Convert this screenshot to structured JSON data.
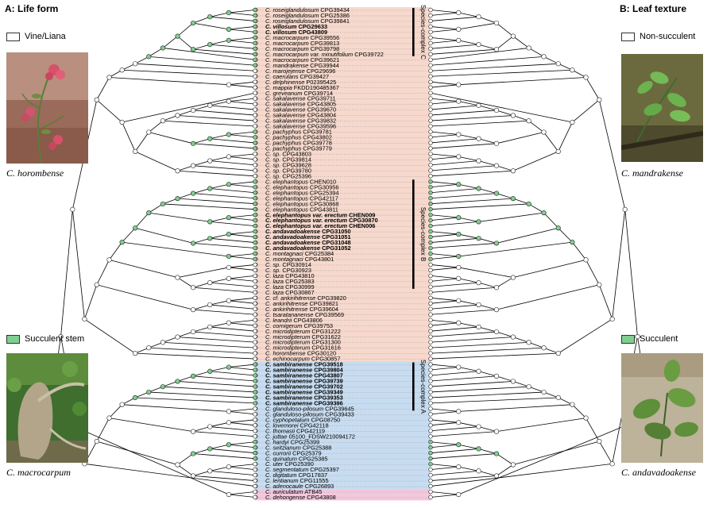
{
  "colors": {
    "band_malagasy": "#f6d8cc",
    "band_sambiranense": "#c7dcf0",
    "band_outgroup": "#f3c7dc",
    "succulent": "#7fcf8f",
    "nonsucculent": "#ffffff",
    "line": "#000000"
  },
  "panels": {
    "left": {
      "title": "A: Life form",
      "legend_top": "Vine/Liana",
      "legend_bottom": "Succulent stem",
      "caption_top": "C. horombense",
      "caption_bottom": "C. macrocarpum"
    },
    "right": {
      "title": "B: Leaf texture",
      "legend_top": "Non-succulent",
      "legend_bottom": "Succulent",
      "caption_top": "C. mandrakense",
      "caption_bottom": "C. andavadoakense"
    }
  },
  "complexes": [
    {
      "label": "Species-complex C",
      "first": 0,
      "last": 8
    },
    {
      "label": "Species-complex B",
      "first": 31,
      "last": 50
    },
    {
      "label": "Species-complex A",
      "first": 64,
      "last": 72
    }
  ],
  "taxa": [
    {
      "name": "C. roseiglandulosum CPG39434",
      "bold": false,
      "band": "m"
    },
    {
      "name": "C. roseiglandulosum CPG25386",
      "bold": false,
      "band": "m"
    },
    {
      "name": "C. roseiglandulosum CPG39841",
      "bold": false,
      "band": "m"
    },
    {
      "name": "C. villosum CPG29633",
      "bold": true,
      "band": "m"
    },
    {
      "name": "C. villosum CPG43809",
      "bold": true,
      "band": "m"
    },
    {
      "name": "C. macrocarpum CPG39556",
      "bold": false,
      "band": "m"
    },
    {
      "name": "C. macrocarpum CPG39813",
      "bold": false,
      "band": "m"
    },
    {
      "name": "C. macrocarpum CPG39798",
      "bold": false,
      "band": "m"
    },
    {
      "name": "C. macrocarpum var. minutifolium CPG39722",
      "bold": false,
      "band": "m"
    },
    {
      "name": "C. macrocarpum CPG39621",
      "bold": false,
      "band": "m"
    },
    {
      "name": "C. mandrakense CPG39944",
      "bold": false,
      "band": "m"
    },
    {
      "name": "C. marojejense CPG29696",
      "bold": false,
      "band": "m"
    },
    {
      "name": "C. caerulans CPG39427",
      "bold": false,
      "band": "m"
    },
    {
      "name": "C. delphinense P02395425",
      "bold": false,
      "band": "m"
    },
    {
      "name": "C. mappia FKDD190485367",
      "bold": false,
      "band": "m"
    },
    {
      "name": "C. greveanum CPG39714",
      "bold": false,
      "band": "m"
    },
    {
      "name": "C. sakalavense CPG39711",
      "bold": false,
      "band": "m"
    },
    {
      "name": "C. sakalavense CPG43805",
      "bold": false,
      "band": "m"
    },
    {
      "name": "C. sakalavense CPG39670",
      "bold": false,
      "band": "m"
    },
    {
      "name": "C. sakalavense CPG43804",
      "bold": false,
      "band": "m"
    },
    {
      "name": "C. sakalavense CPG39832",
      "bold": false,
      "band": "m"
    },
    {
      "name": "C. sakalavense CPG39596",
      "bold": false,
      "band": "m"
    },
    {
      "name": "C. pachyphus CPG39781",
      "bold": false,
      "band": "m"
    },
    {
      "name": "C. pachyphus CPG43802",
      "bold": false,
      "band": "m"
    },
    {
      "name": "C. pachyphus CPG39778",
      "bold": false,
      "band": "m"
    },
    {
      "name": "C. pachyphus CPG39779",
      "bold": false,
      "band": "m"
    },
    {
      "name": "C. sp. CPG43803",
      "bold": false,
      "band": "m"
    },
    {
      "name": "C. sp. CPG39814",
      "bold": false,
      "band": "m"
    },
    {
      "name": "C. sp. CPG39628",
      "bold": false,
      "band": "m"
    },
    {
      "name": "C. sp. CPG39780",
      "bold": false,
      "band": "m"
    },
    {
      "name": "C. sp. CPG25396",
      "bold": false,
      "band": "m"
    },
    {
      "name": "C. elephantopus CHEN010",
      "bold": false,
      "band": "m"
    },
    {
      "name": "C. elephantopus CPG30956",
      "bold": false,
      "band": "m"
    },
    {
      "name": "C. elephantopus CPG25394",
      "bold": false,
      "band": "m"
    },
    {
      "name": "C. elephantopus CPG42117",
      "bold": false,
      "band": "m"
    },
    {
      "name": "C. elephantopus CPG30868",
      "bold": false,
      "band": "m"
    },
    {
      "name": "C. elephantopus CPG43811",
      "bold": false,
      "band": "m"
    },
    {
      "name": "C. elephantopus var. erectum CHEN009",
      "bold": true,
      "band": "m"
    },
    {
      "name": "C. elephantopus var. erectum CPG30870",
      "bold": true,
      "band": "m"
    },
    {
      "name": "C. elephantopus var. erectum CHEN006",
      "bold": true,
      "band": "m"
    },
    {
      "name": "C. andavadoakense CPG31050",
      "bold": true,
      "band": "m"
    },
    {
      "name": "C. andavadoakense CPG31051",
      "bold": true,
      "band": "m"
    },
    {
      "name": "C. andavadoakense CPG31048",
      "bold": true,
      "band": "m"
    },
    {
      "name": "C. andavadoakense CPG31052",
      "bold": true,
      "band": "m"
    },
    {
      "name": "C. montagnaci CPG25384",
      "bold": false,
      "band": "m"
    },
    {
      "name": "C. montagnaci CPG43801",
      "bold": false,
      "band": "m"
    },
    {
      "name": "C. sp. CPG30914",
      "bold": false,
      "band": "m"
    },
    {
      "name": "C. sp. CPG30923",
      "bold": false,
      "band": "m"
    },
    {
      "name": "C. laza CPG43810",
      "bold": false,
      "band": "m"
    },
    {
      "name": "C. laza CPG25383",
      "bold": false,
      "band": "m"
    },
    {
      "name": "C. laza CPG30999",
      "bold": false,
      "band": "m"
    },
    {
      "name": "C. laza CPG30867",
      "bold": false,
      "band": "m"
    },
    {
      "name": "C. cf. ankirihitrense CPG39820",
      "bold": false,
      "band": "m"
    },
    {
      "name": "C. ankirihitrense CPG39821",
      "bold": false,
      "band": "m"
    },
    {
      "name": "C. ankirihitrense CPG39604",
      "bold": false,
      "band": "m"
    },
    {
      "name": "C. tsaratananense CPG39569",
      "bold": false,
      "band": "m"
    },
    {
      "name": "C. leandrii CPG43806",
      "bold": false,
      "band": "m"
    },
    {
      "name": "C. cornigerum CPG39753",
      "bold": false,
      "band": "m"
    },
    {
      "name": "C. microdipterum CPG31222",
      "bold": false,
      "band": "m"
    },
    {
      "name": "C. microdipterum CPG31622",
      "bold": false,
      "band": "m"
    },
    {
      "name": "C. microdipterum CPG31300",
      "bold": false,
      "band": "m"
    },
    {
      "name": "C. microdipterum CPG31616",
      "bold": false,
      "band": "m"
    },
    {
      "name": "C. horombense CPG30120",
      "bold": false,
      "band": "m"
    },
    {
      "name": "C. echinocarpum CPG30857",
      "bold": false,
      "band": "m"
    },
    {
      "name": "C. sambiranense CPG39518",
      "bold": true,
      "band": "s"
    },
    {
      "name": "C. sambiranense CPG39804",
      "bold": true,
      "band": "s"
    },
    {
      "name": "C. sambiranense CPG43807",
      "bold": true,
      "band": "s"
    },
    {
      "name": "C. sambiranense CPG39739",
      "bold": true,
      "band": "s"
    },
    {
      "name": "C. sambiranense CPG39702",
      "bold": true,
      "band": "s"
    },
    {
      "name": "C. sambiranense CPG39349",
      "bold": true,
      "band": "s"
    },
    {
      "name": "C. sambiranense CPG39353",
      "bold": true,
      "band": "s"
    },
    {
      "name": "C. sambiranense CPG39396",
      "bold": true,
      "band": "s"
    },
    {
      "name": "C. glanduloso-pilosum CPG39645",
      "bold": false,
      "band": "s"
    },
    {
      "name": "C. glanduloso-pilosum CPG39433",
      "bold": false,
      "band": "s"
    },
    {
      "name": "C. cyphopetalum CPG08750",
      "bold": false,
      "band": "s"
    },
    {
      "name": "C. lovemorei CPG42118",
      "bold": false,
      "band": "s"
    },
    {
      "name": "C. thomasii CPG42119",
      "bold": false,
      "band": "s"
    },
    {
      "name": "C. juttae 05100_FDSW210094172",
      "bold": false,
      "band": "s"
    },
    {
      "name": "C. hardyi CPG25399",
      "bold": false,
      "band": "s"
    },
    {
      "name": "C. seitzianum CPG25388",
      "bold": false,
      "band": "s"
    },
    {
      "name": "C. currorii CPG25379",
      "bold": false,
      "band": "s"
    },
    {
      "name": "C. quinatum CPG25385",
      "bold": false,
      "band": "s"
    },
    {
      "name": "C. uter CPG25390",
      "bold": false,
      "band": "s"
    },
    {
      "name": "C. segmentatum CPG25397",
      "bold": false,
      "band": "s"
    },
    {
      "name": "C. digitatum CPG17837",
      "bold": false,
      "band": "s"
    },
    {
      "name": "C. lentianum CPG11555",
      "bold": false,
      "band": "s"
    },
    {
      "name": "C. adenocaule CPG26893",
      "bold": false,
      "band": "s"
    },
    {
      "name": "C. auriculatum ATB45",
      "bold": false,
      "band": "o"
    },
    {
      "name": "C. dehongense CPG43808",
      "bold": false,
      "band": "o"
    }
  ],
  "trait_life_form_succulent": [
    0,
    1,
    2,
    3,
    4,
    5,
    6,
    7,
    8,
    9,
    10,
    22,
    23,
    24,
    25,
    31,
    32,
    33,
    34,
    35,
    36,
    37,
    38,
    39,
    40,
    41,
    42,
    43,
    44,
    45,
    64,
    65,
    66,
    67,
    68,
    69,
    70,
    71,
    78,
    79,
    80,
    81
  ],
  "trait_leaf_succulent": [
    31,
    32,
    33,
    34,
    35,
    36,
    37,
    38,
    39,
    40,
    41,
    42,
    43,
    44,
    45,
    78,
    79,
    80,
    81,
    82
  ]
}
